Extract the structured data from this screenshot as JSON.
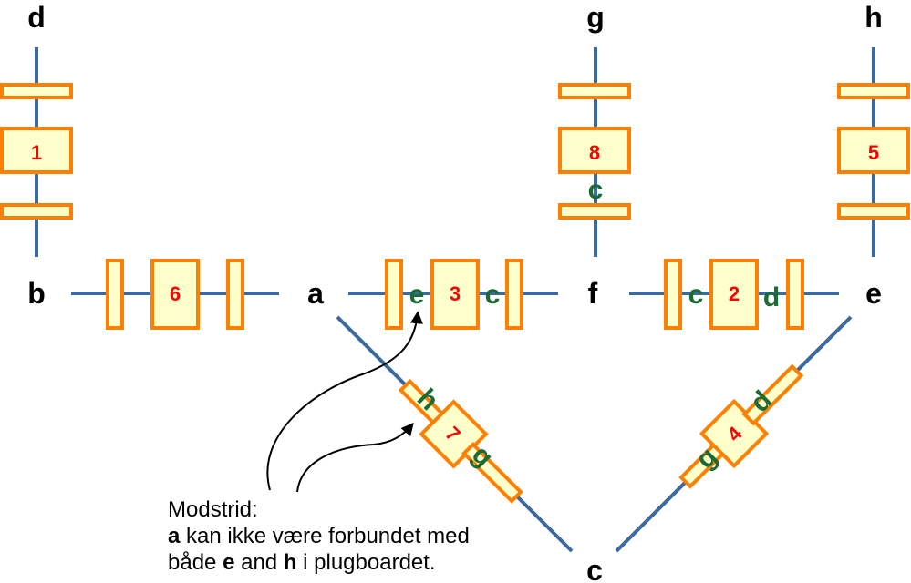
{
  "nodes": {
    "d": "d",
    "g": "g",
    "h": "h",
    "b": "b",
    "a": "a",
    "f": "f",
    "e": "e",
    "c": "c"
  },
  "scramblers": [
    {
      "id": "1",
      "label": "1"
    },
    {
      "id": "8",
      "label": "8"
    },
    {
      "id": "5",
      "label": "5"
    },
    {
      "id": "6",
      "label": "6"
    },
    {
      "id": "3",
      "label": "3"
    },
    {
      "id": "2",
      "label": "2"
    },
    {
      "id": "7",
      "label": "7"
    },
    {
      "id": "4",
      "label": "4"
    }
  ],
  "annotations": {
    "s8_bottom": "c",
    "s3_left": "e",
    "s3_right": "c",
    "s2_left": "c",
    "s2_right": "d",
    "s7_upper": "h",
    "s7_lower": "g",
    "s4_lower": "g",
    "s4_upper": "d"
  },
  "note": {
    "line1": "Modstrid:",
    "line2_bold": "a",
    "line2_rest": " kan ikke være forbundet med",
    "line3_pre": "både ",
    "line3_b1": "e",
    "line3_mid": " and ",
    "line3_b2": "h",
    "line3_post": " i plugboardet."
  },
  "colors": {
    "wire": "#3b6aa0",
    "box_fill": "#ffffcc",
    "box_stroke": "#ff8000",
    "number": "#ff0000",
    "letter": "#1a6b34"
  }
}
